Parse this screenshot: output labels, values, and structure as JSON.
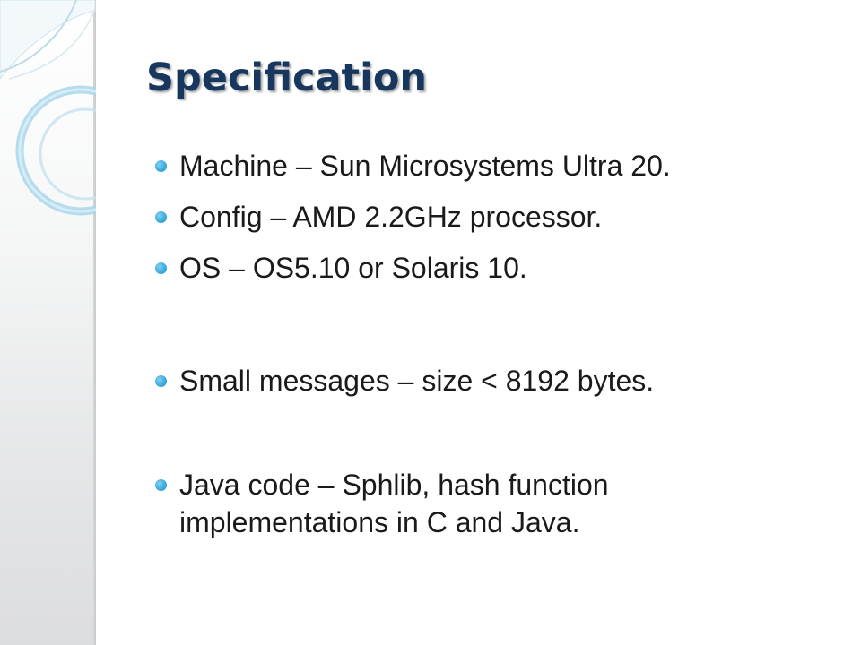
{
  "slide": {
    "title": "Specification",
    "bullets": [
      {
        "text": "Machine – Sun Microsystems Ultra 20."
      },
      {
        "text": "Config – AMD 2.2GHz processor."
      },
      {
        "text": "OS – OS5.10 or Solaris 10."
      },
      {
        "text": "Small messages – size < 8192 bytes."
      },
      {
        "text": "Java code – Sphlib, hash function implementations in C and Java."
      }
    ]
  },
  "colors": {
    "title": "#17375e",
    "body_text": "#1a1a1a",
    "bullet_accent": "#39a9dc",
    "ring_accent": "#8fcde6"
  },
  "icons": {
    "bullet": "bullet-dot-icon",
    "decor_rings": "decorative-rings-icon"
  }
}
